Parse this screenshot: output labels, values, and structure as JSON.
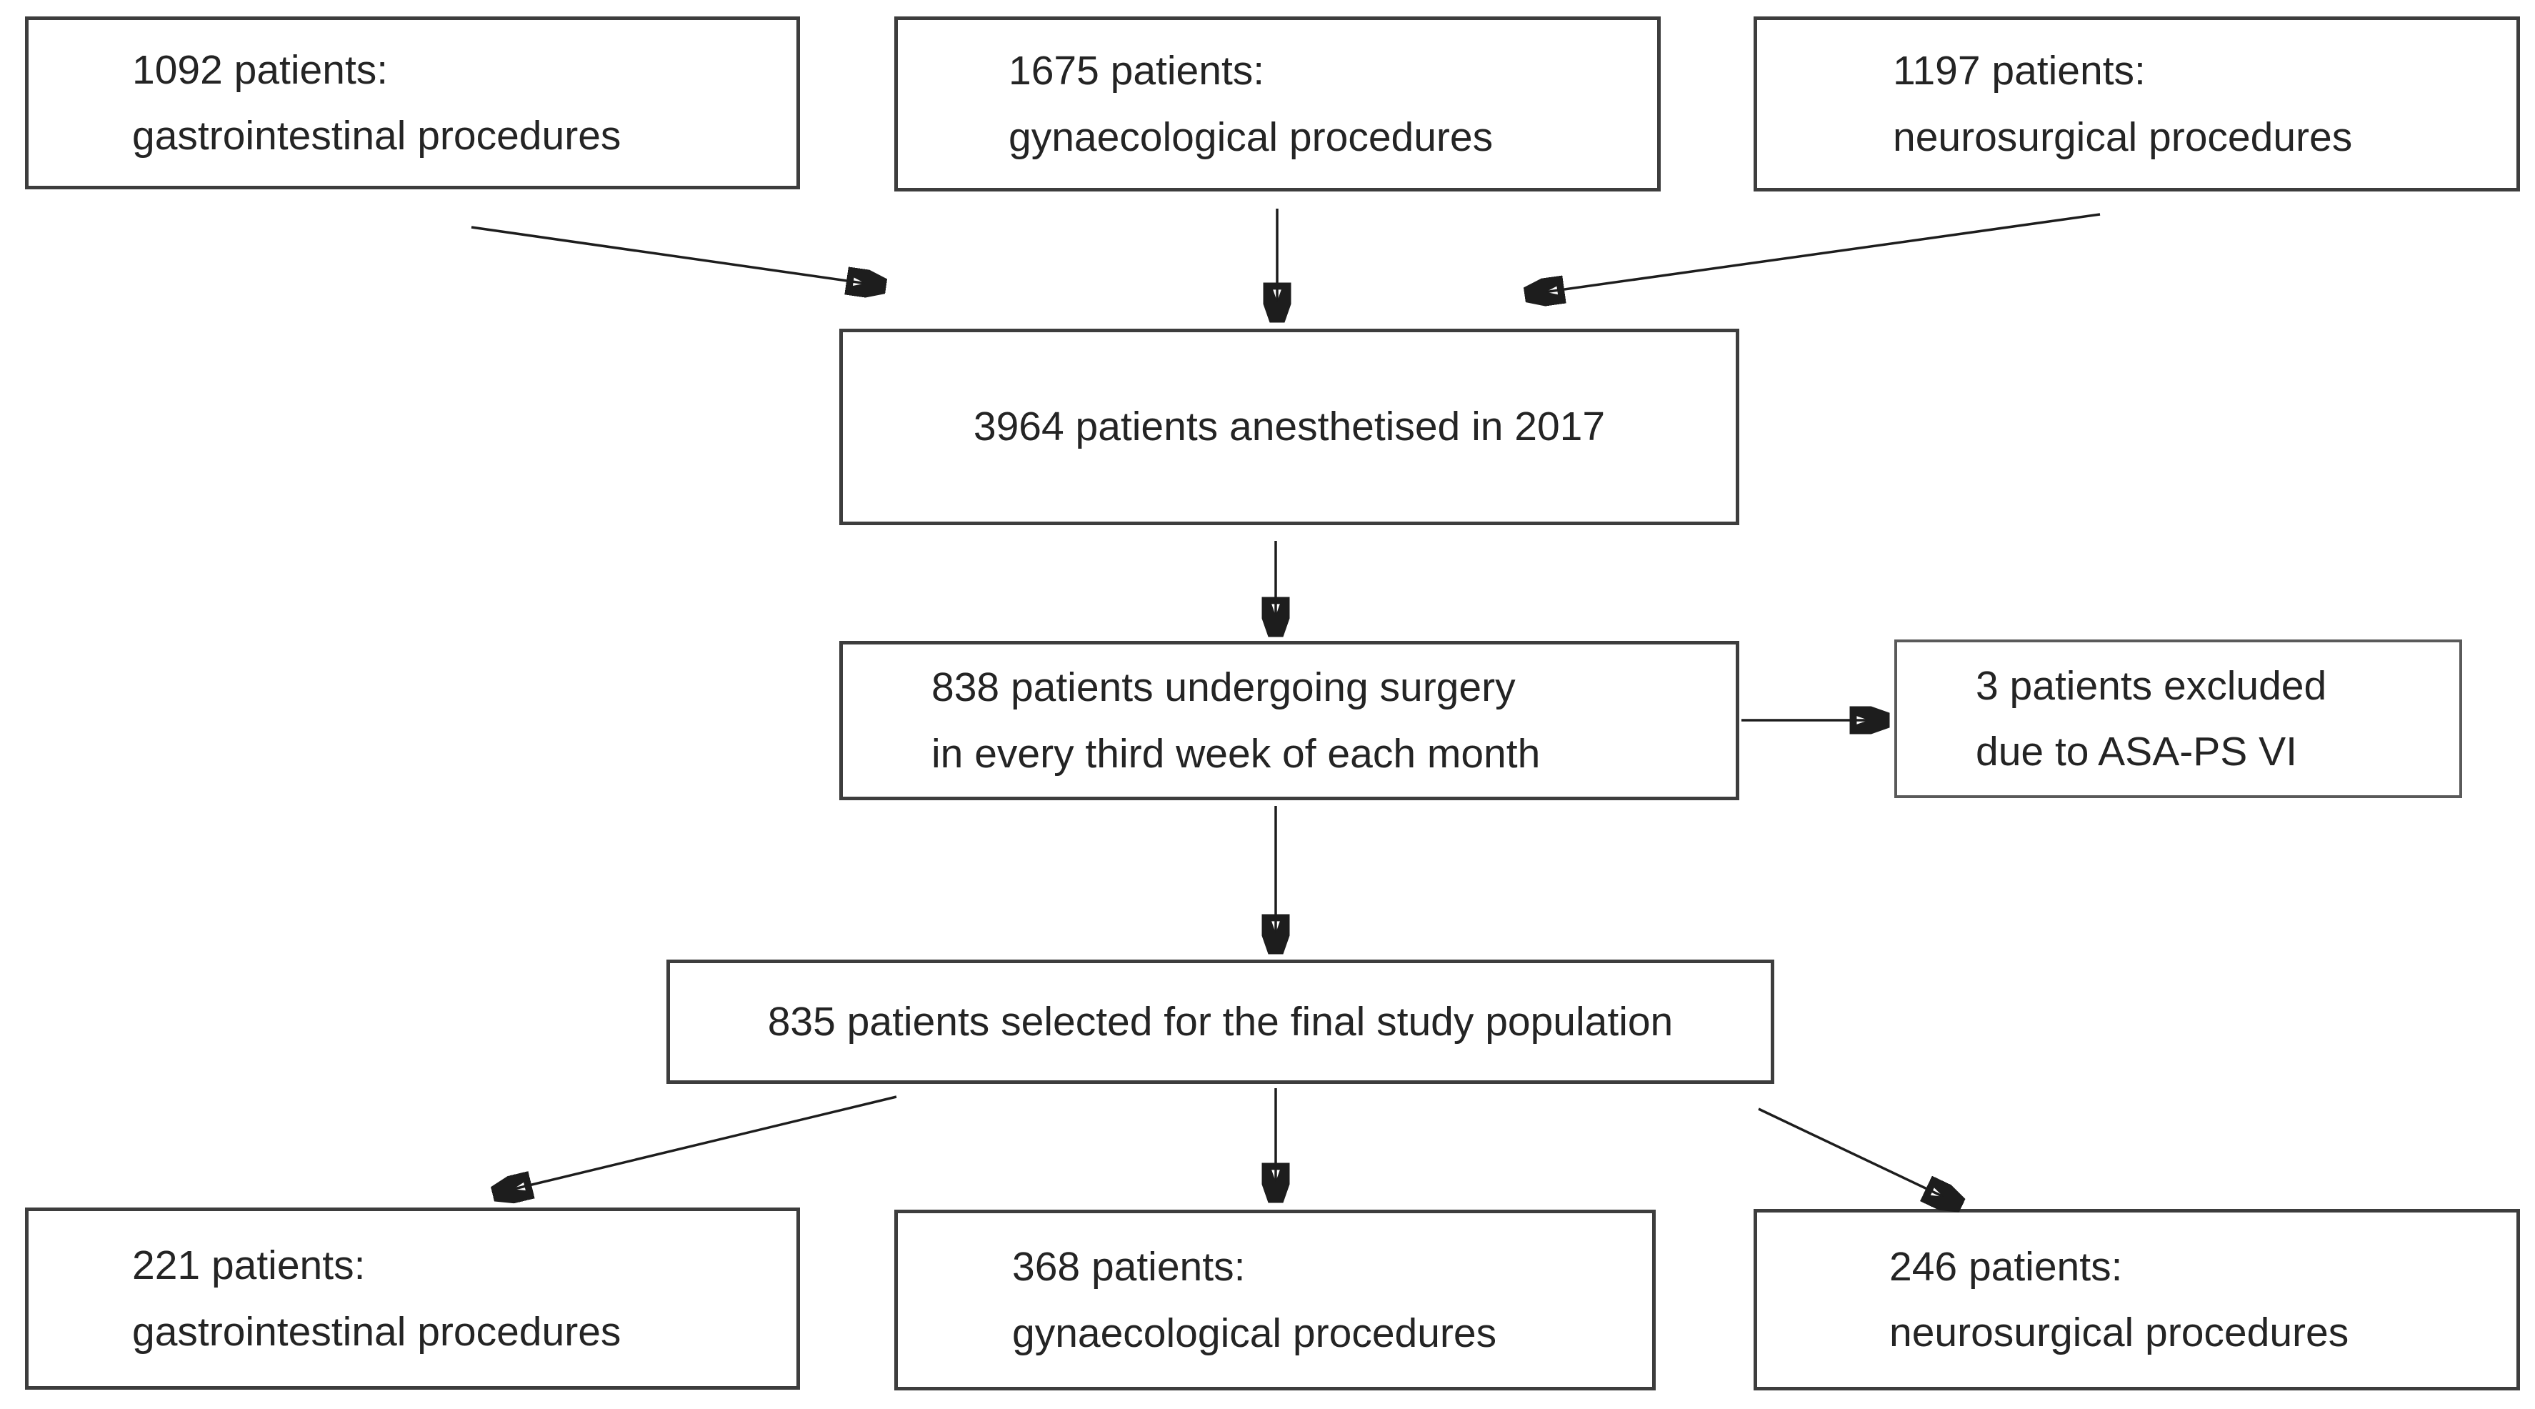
{
  "figure": {
    "type": "flowchart",
    "background_color": "#ffffff",
    "box_border_color": "#3d3d3d",
    "arrow_color": "#1d1d1d",
    "text_color": "#242424",
    "boxes": {
      "top_left": {
        "line1": "1092 patients:",
        "line2": "gastrointestinal procedures"
      },
      "top_middle": {
        "line1": "1675 patients:",
        "line2": "gynaecological procedures"
      },
      "top_right": {
        "line1": "1197 patients:",
        "line2": "neurosurgical procedures"
      },
      "anesthetised": {
        "line1": "3964 patients anesthetised in 2017"
      },
      "third_week": {
        "line1": "838 patients undergoing surgery",
        "line2": "in every third week of each month"
      },
      "excluded": {
        "line1": "3 patients excluded",
        "line2": "due to ASA-PS VI"
      },
      "final_population": {
        "line1": "835 patients selected for the final study population"
      },
      "bottom_left": {
        "line1": "221 patients:",
        "line2": "gastrointestinal procedures"
      },
      "bottom_middle": {
        "line1": "368 patients:",
        "line2": "gynaecological procedures"
      },
      "bottom_right": {
        "line1": "246 patients:",
        "line2": "neurosurgical procedures"
      }
    },
    "edges": [
      {
        "from": "top_left",
        "to": "anesthetised"
      },
      {
        "from": "top_middle",
        "to": "anesthetised"
      },
      {
        "from": "top_right",
        "to": "anesthetised"
      },
      {
        "from": "anesthetised",
        "to": "third_week"
      },
      {
        "from": "third_week",
        "to": "excluded"
      },
      {
        "from": "third_week",
        "to": "final_population"
      },
      {
        "from": "final_population",
        "to": "bottom_left"
      },
      {
        "from": "final_population",
        "to": "bottom_middle"
      },
      {
        "from": "final_population",
        "to": "bottom_right"
      }
    ]
  }
}
